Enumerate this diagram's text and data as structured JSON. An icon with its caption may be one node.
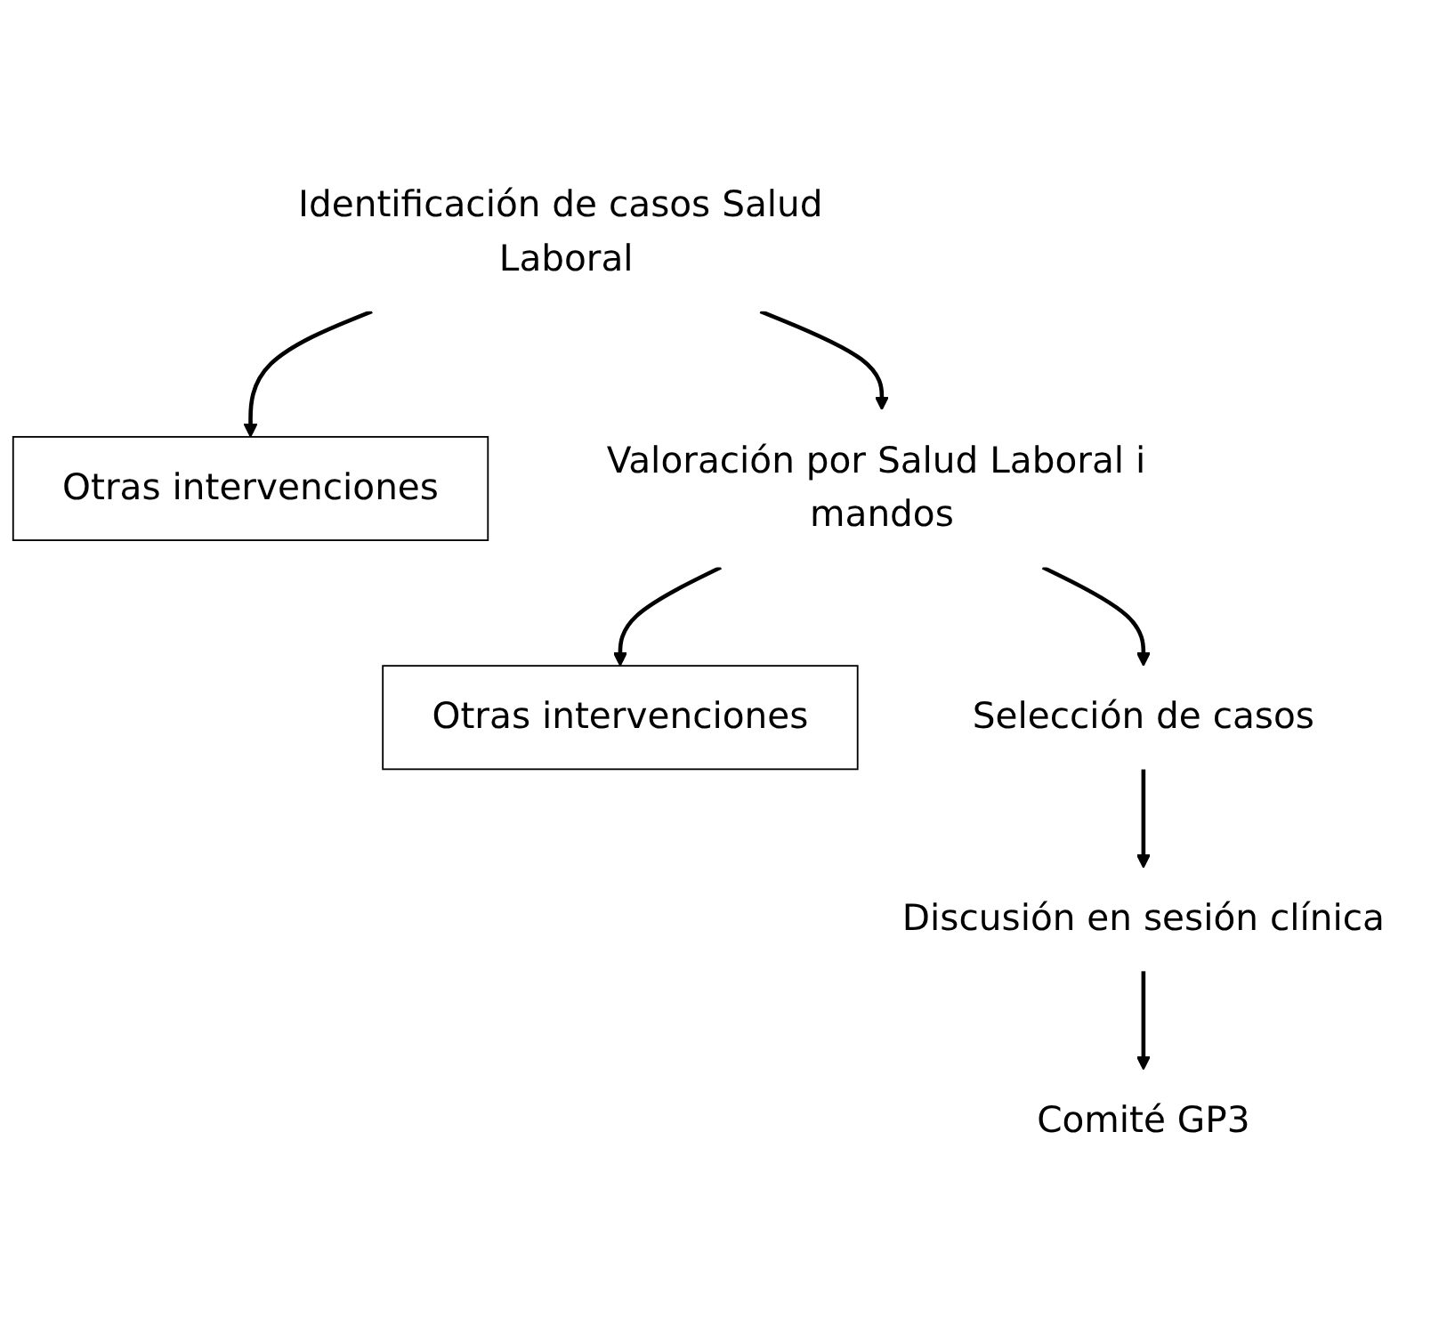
{
  "diagram": {
    "nodes": [
      {
        "text": [
          "Identificación de casos Salud Laboral"
        ]
      },
      {
        "text": [
          "Otras intervenciones"
        ]
      },
      {
        "text": [
          "Valoración por Salud Laboral i mandos"
        ]
      },
      {
        "text": [
          "Otras intervenciones"
        ]
      },
      {
        "text": [
          "Selección de casos"
        ]
      },
      {
        "text": [
          "Discusión en sesión clínica"
        ]
      },
      {
        "text": [
          "Comité GP3"
        ]
      }
    ],
    "edges": [
      {
        "from": 0,
        "to": 1,
        "arrow": "to"
      },
      {
        "from": 0,
        "to": 2,
        "arrow": "to"
      },
      {
        "from": 2,
        "to": 3,
        "arrow": "to"
      },
      {
        "from": 2,
        "to": 4,
        "arrow": "to"
      },
      {
        "from": 4,
        "to": 5,
        "arrow": "to"
      },
      {
        "from": 5,
        "to": 6,
        "arrow": "to"
      }
    ]
  }
}
